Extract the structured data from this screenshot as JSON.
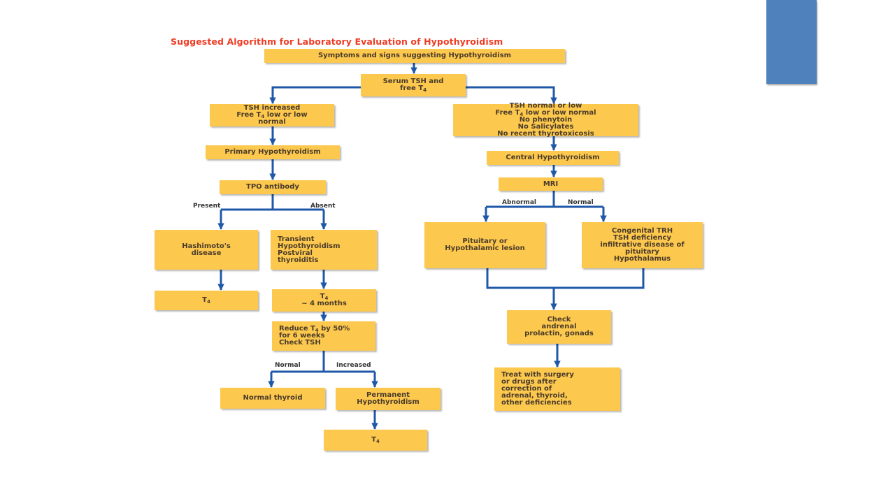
{
  "title": "Suggested Algorithm for Laboratory Evaluation of Hypothyroidism",
  "colors": {
    "box_fill": "#fdc84e",
    "connector": "#1f58a8",
    "title": "#ef3b24",
    "accent_bar": "#4f81bd"
  },
  "nodes": {
    "symptoms": [
      "Symptoms and signs suggesting Hypothyroidism"
    ],
    "serum_tsh": {
      "line1": "Serum TSH and",
      "line2_prefix": "free T",
      "line2_sub": "4"
    },
    "tsh_increased": {
      "line1": "TSH increased",
      "line2_prefix": "Free T",
      "line2_sub": "4",
      "line2_suffix": " low or low",
      "line3": "normal"
    },
    "tsh_normal_low": {
      "line1": "TSH normal or low",
      "line2_prefix": "Free T",
      "line2_sub": "4",
      "line2_suffix": " low or low normal",
      "line3": "No phenytoin",
      "line4": "No Salicylates",
      "line5": "No recent thyrotoxicosis"
    },
    "primary": [
      "Primary Hypothyroidism"
    ],
    "central": [
      "Central Hypothyroidism"
    ],
    "tpo": [
      "TPO antibody"
    ],
    "mri": [
      "MRI"
    ],
    "hashimoto": [
      "Hashimoto's",
      "disease"
    ],
    "transient": [
      "Transient",
      "Hypothyroidism",
      "Postviral",
      "thyroiditis"
    ],
    "pituitary_lesion": [
      "Pituitary or",
      "Hypothalamic lesion"
    ],
    "congenital": [
      "Congenital TRH",
      "TSH deficiency",
      "infiltrative disease of",
      "pituitary",
      "Hypothalamus"
    ],
    "t4_hashimoto": {
      "prefix": "T",
      "sub": "4"
    },
    "t4_months": {
      "line1_prefix": "T",
      "line1_sub": "4",
      "line2": "~ 4 months"
    },
    "reduce": {
      "line1_prefix": "Reduce T",
      "line1_sub": "4",
      "line1_suffix": " by 50%",
      "line2": "for 6 weeks",
      "line3": "Check TSH"
    },
    "check_adrenal": [
      "Check",
      "andrenal",
      "prolactin, gonads"
    ],
    "normal_thyroid": [
      "Normal thyroid"
    ],
    "permanent": [
      "Permanent",
      "Hypothyroidism"
    ],
    "treat": [
      "Treat with surgery",
      "or drugs after",
      "correction of",
      "adrenal, thyroid,",
      "other deficiencies"
    ],
    "t4_permanent": {
      "prefix": "T",
      "sub": "4"
    }
  },
  "edge_labels": {
    "present": "Present",
    "absent": "Absent",
    "abnormal": "Abnormal",
    "normal_mri": "Normal",
    "normal_tsh": "Normal",
    "increased": "Increased"
  }
}
